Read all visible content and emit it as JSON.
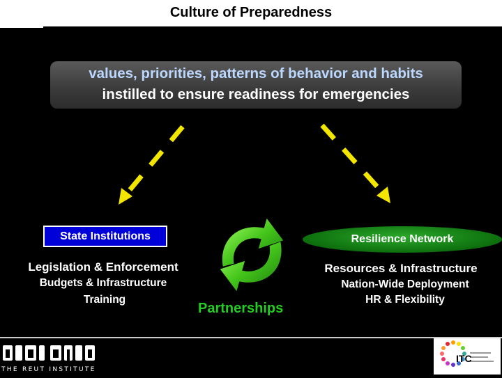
{
  "header": {
    "title": "Culture of Preparedness"
  },
  "definition": {
    "line1": "values, priorities, patterns of behavior and habits",
    "line2": "instilled to ensure readiness for emergencies"
  },
  "left": {
    "box_label": "State Institutions",
    "line1": "Legislation & Enforcement",
    "line2": "Budgets & Infrastructure",
    "line3": "Training"
  },
  "right": {
    "box_label": "Resilience Network",
    "line1": "Resources & Infrastructure",
    "line2": "Nation-Wide Deployment",
    "line3": "HR & Flexibility"
  },
  "center": {
    "label": "Partnerships"
  },
  "footer": {
    "logo_hebrew": "מכון ראות",
    "logo_english": "THE REUT INSTITUTE",
    "itc_label": "ITC"
  },
  "colors": {
    "arrow": "#f2e600",
    "state_box": "#0000d8",
    "resilience": "#1a8f1a",
    "partnerships": "#22cc22"
  }
}
